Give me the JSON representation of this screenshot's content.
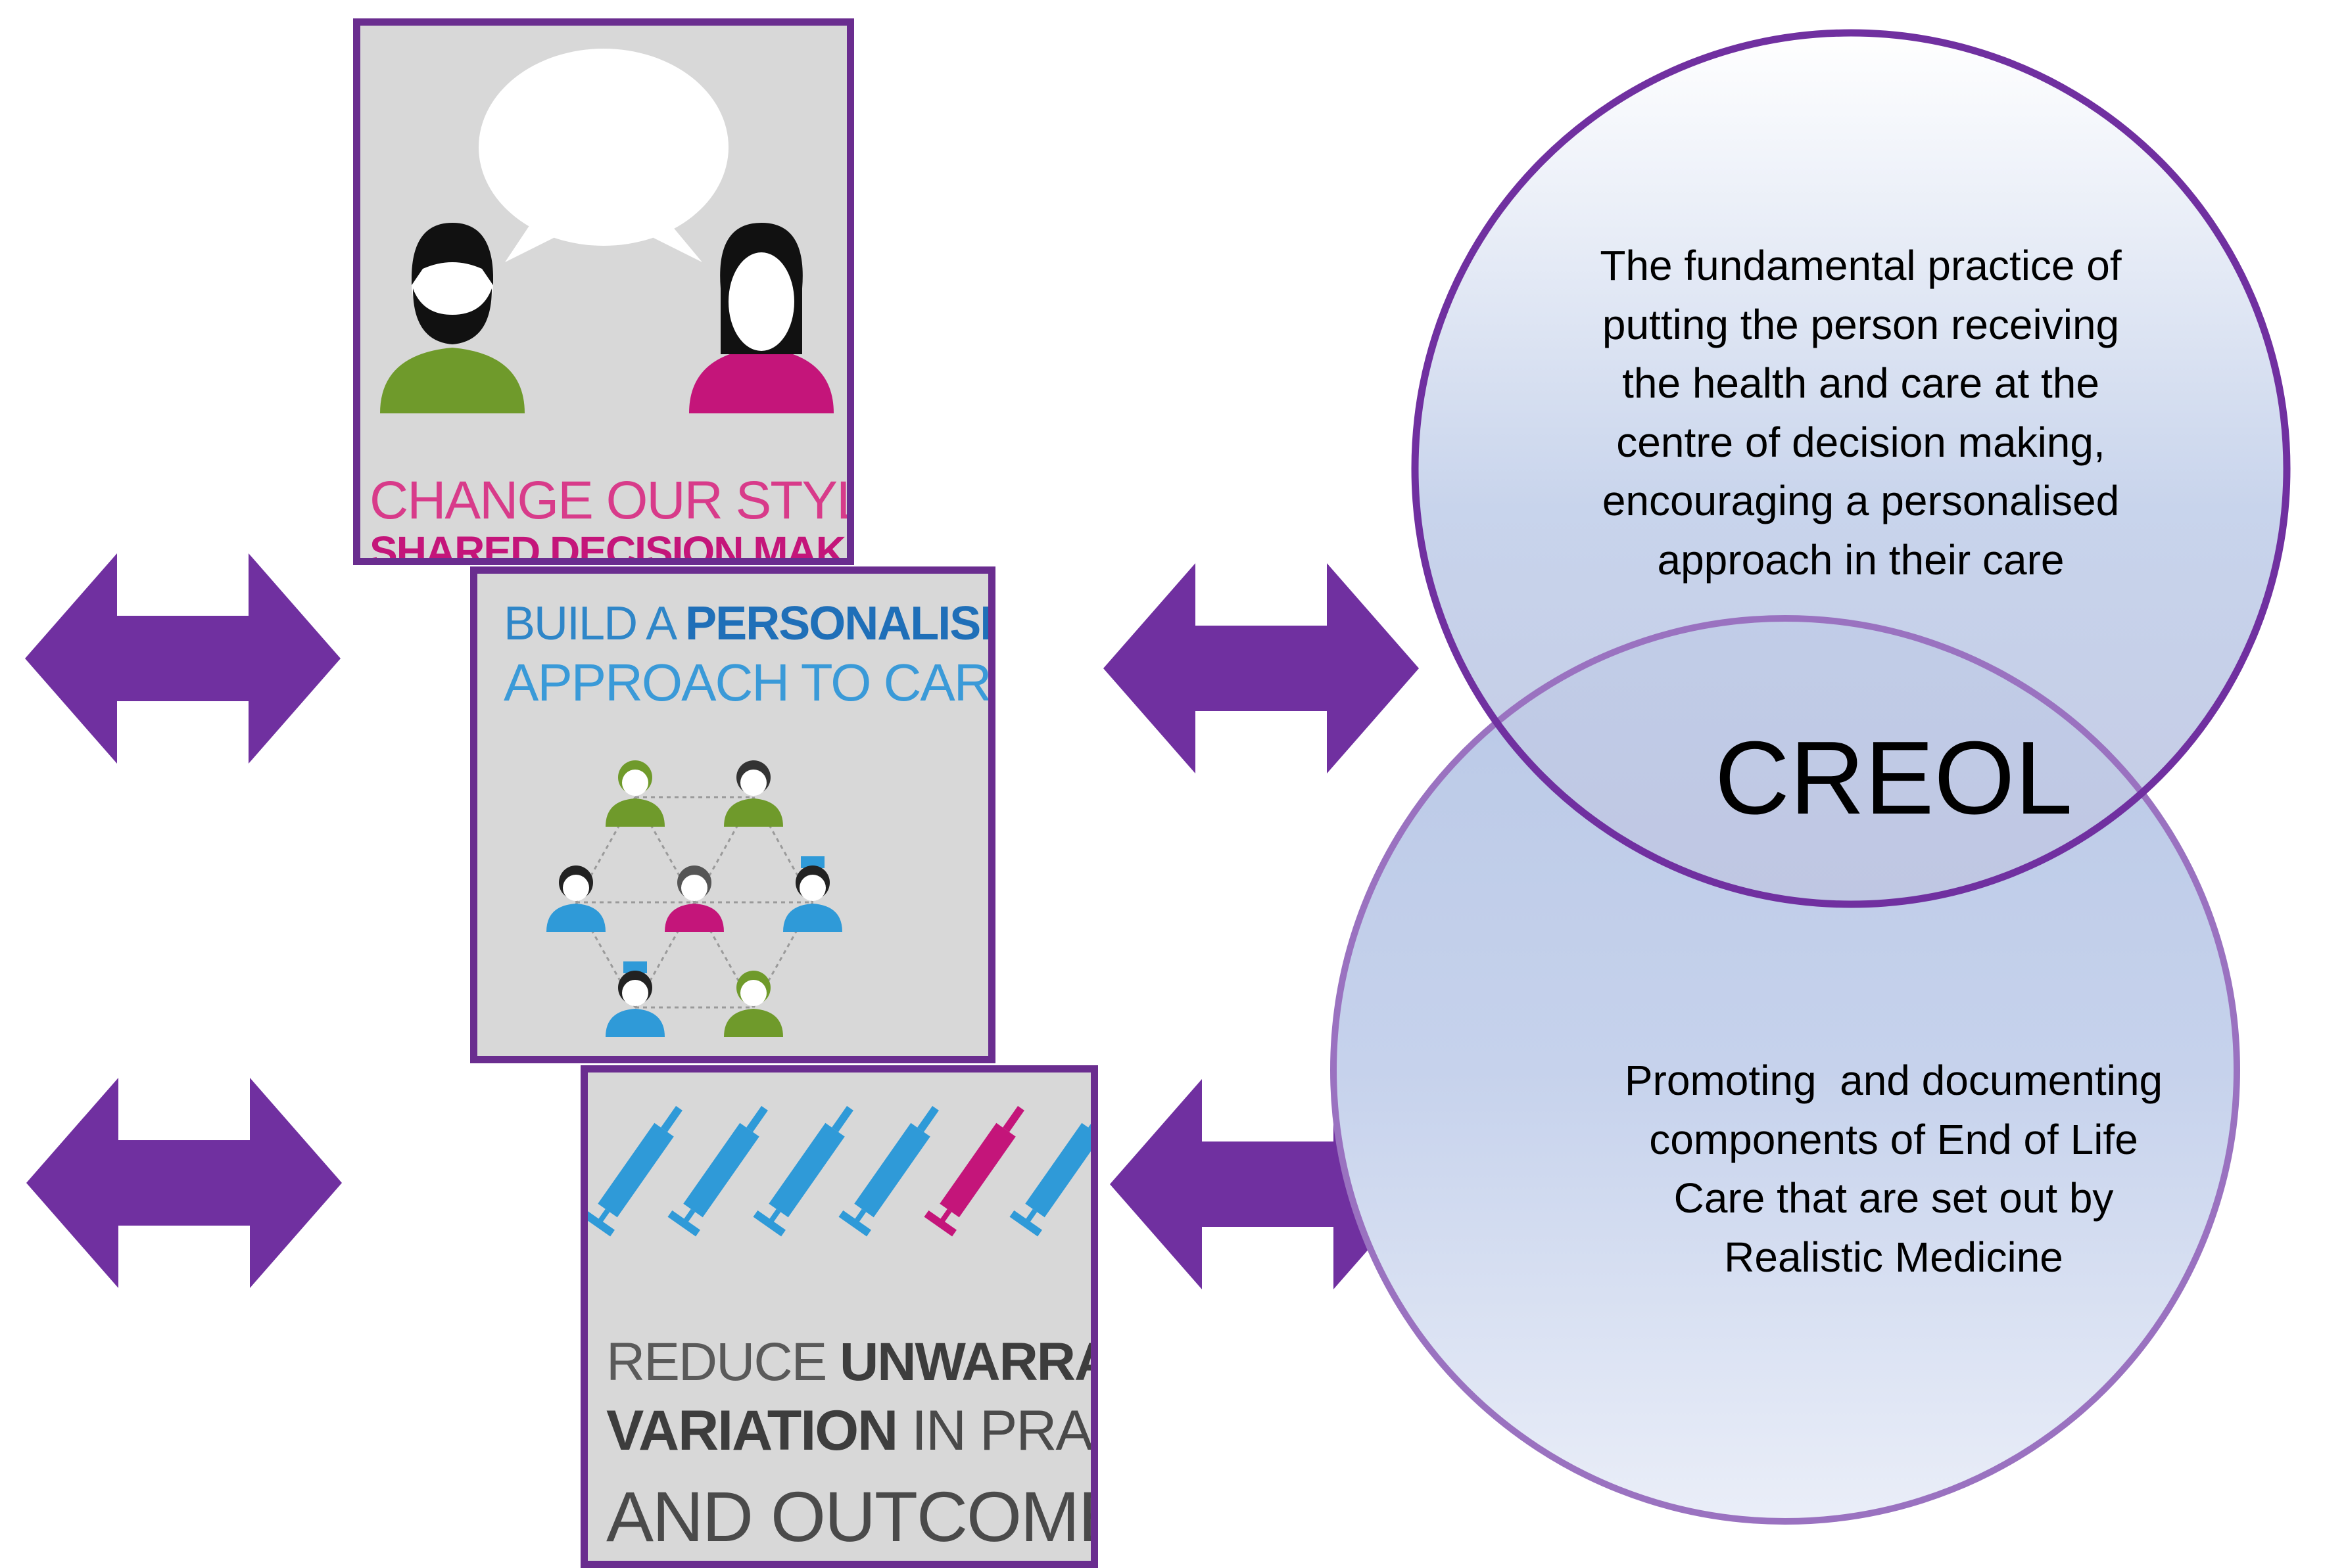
{
  "tiles": [
    {
      "lines": [
        "CHANGE OUR STYLE TO",
        "SHARED DECISION MAKING?"
      ]
    },
    {
      "line1_prefix": "BUILD A ",
      "line1_bold": "PERSONALISED",
      "line2": "APPROACH TO CARE?"
    },
    {
      "line1_prefix": "REDUCE ",
      "line1_bold": "UNWARRANTED",
      "line2_bold": "VARIATION",
      "line2_suffix": " IN PRACTICE",
      "line3": "AND OUTCOMES?"
    }
  ],
  "venn": {
    "center_label": "CREOL",
    "top_circle_lines": [
      "The fundamental practice of",
      "putting the person receiving",
      "the health and care at the",
      "centre of decision making,",
      "encouraging a personalised",
      "approach in their care"
    ],
    "bottom_circle_lines": [
      "Promoting  and documenting",
      "components of End of Life",
      "Care that are set out by",
      "Realistic Medicine"
    ]
  },
  "colors": {
    "arrow": "#7030a0",
    "circle_stroke": "#7030a0",
    "tile_border": "#6a2d8f",
    "green": "#6f9a2b",
    "magenta": "#c4157a",
    "blue": "#2f9ad8"
  },
  "icons": [
    "double-arrow-icon",
    "speech-bubble-icon",
    "person-icon",
    "syringe-icon"
  ]
}
